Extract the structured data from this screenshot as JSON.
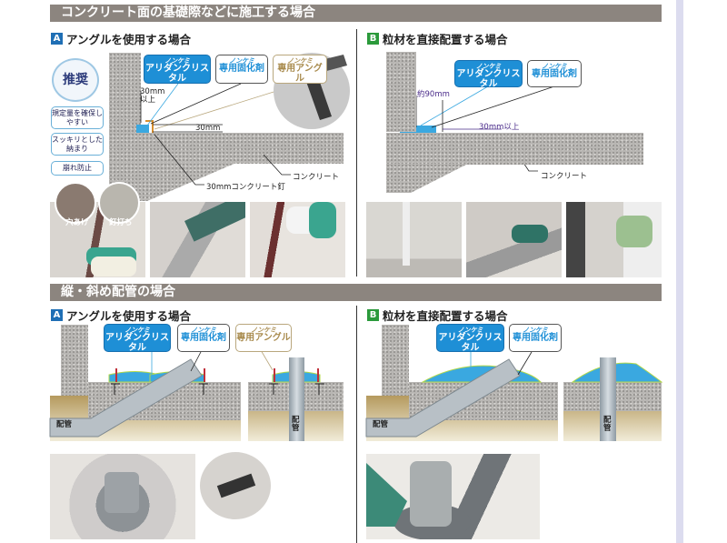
{
  "section1": {
    "title": "コンクリート面の基礎際などに施工する場合"
  },
  "section2": {
    "title": "縦・斜め配管の場合"
  },
  "methodA": {
    "badge": "A",
    "title": "アングルを使用する場合"
  },
  "methodB": {
    "badge": "B",
    "title": "粒材を直接配置する場合"
  },
  "products": {
    "crystal": {
      "brand": "ノンケミ",
      "name": "アリダンクリスタル"
    },
    "hardener": {
      "brand": "ノンケミ",
      "name": "専用固化剤"
    },
    "angle": {
      "brand": "ノンケミ",
      "name": "専用アングル"
    }
  },
  "recommend": {
    "label": "推奨",
    "points": [
      "規定量を確保しやすい",
      "スッキリとした納まり",
      "崩れ防止"
    ]
  },
  "diagram1A": {
    "dim_height": "30mm以上",
    "dim_width": "30mm",
    "concrete": "コンクリート",
    "nail": "30mmコンクリート釘"
  },
  "diagram1B": {
    "dim_height": "約90mm",
    "dim_width": "30mm以上",
    "concrete": "コンクリート"
  },
  "photos1A": {
    "tag1": "穴あけ",
    "tag2": "釘打ち"
  },
  "pipe_label": "配管",
  "colors": {
    "header_bar": "#8c857f",
    "badge_a": "#1f6fb5",
    "badge_b": "#2b9a3b",
    "crystal_blue": "#1e8fd6",
    "angle_gold": "#a88a4c"
  }
}
